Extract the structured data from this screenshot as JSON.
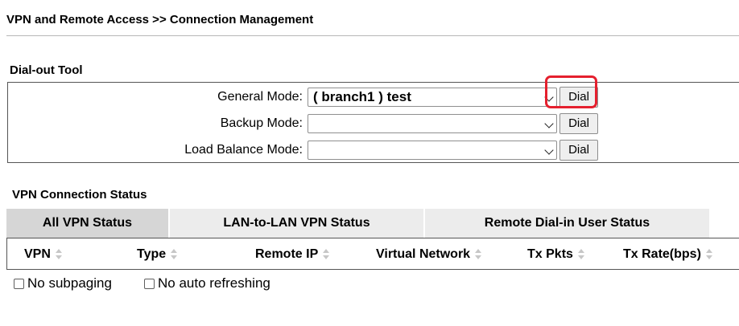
{
  "page": {
    "title": "VPN and Remote Access >> Connection Management"
  },
  "dial_out": {
    "label": "Dial-out Tool",
    "rows": [
      {
        "label": "General Mode:",
        "value": "( branch1 ) test",
        "button": "Dial"
      },
      {
        "label": "Backup Mode:",
        "value": "",
        "button": "Dial"
      },
      {
        "label": "Load Balance Mode:",
        "value": "",
        "button": "Dial"
      }
    ],
    "highlight_color": "#e5202e"
  },
  "vpn_status": {
    "label": "VPN Connection Status",
    "tabs": [
      "All VPN Status",
      "LAN-to-LAN VPN Status",
      "Remote Dial-in User Status"
    ],
    "active_tab": "All VPN Status",
    "columns": [
      "VPN",
      "Type",
      "Remote IP",
      "Virtual Network",
      "Tx Pkts",
      "Tx Rate(bps)"
    ]
  },
  "options": {
    "no_subpaging": {
      "label": "No subpaging",
      "checked": false
    },
    "no_auto_refresh": {
      "label": "No auto refreshing",
      "checked": false
    }
  }
}
